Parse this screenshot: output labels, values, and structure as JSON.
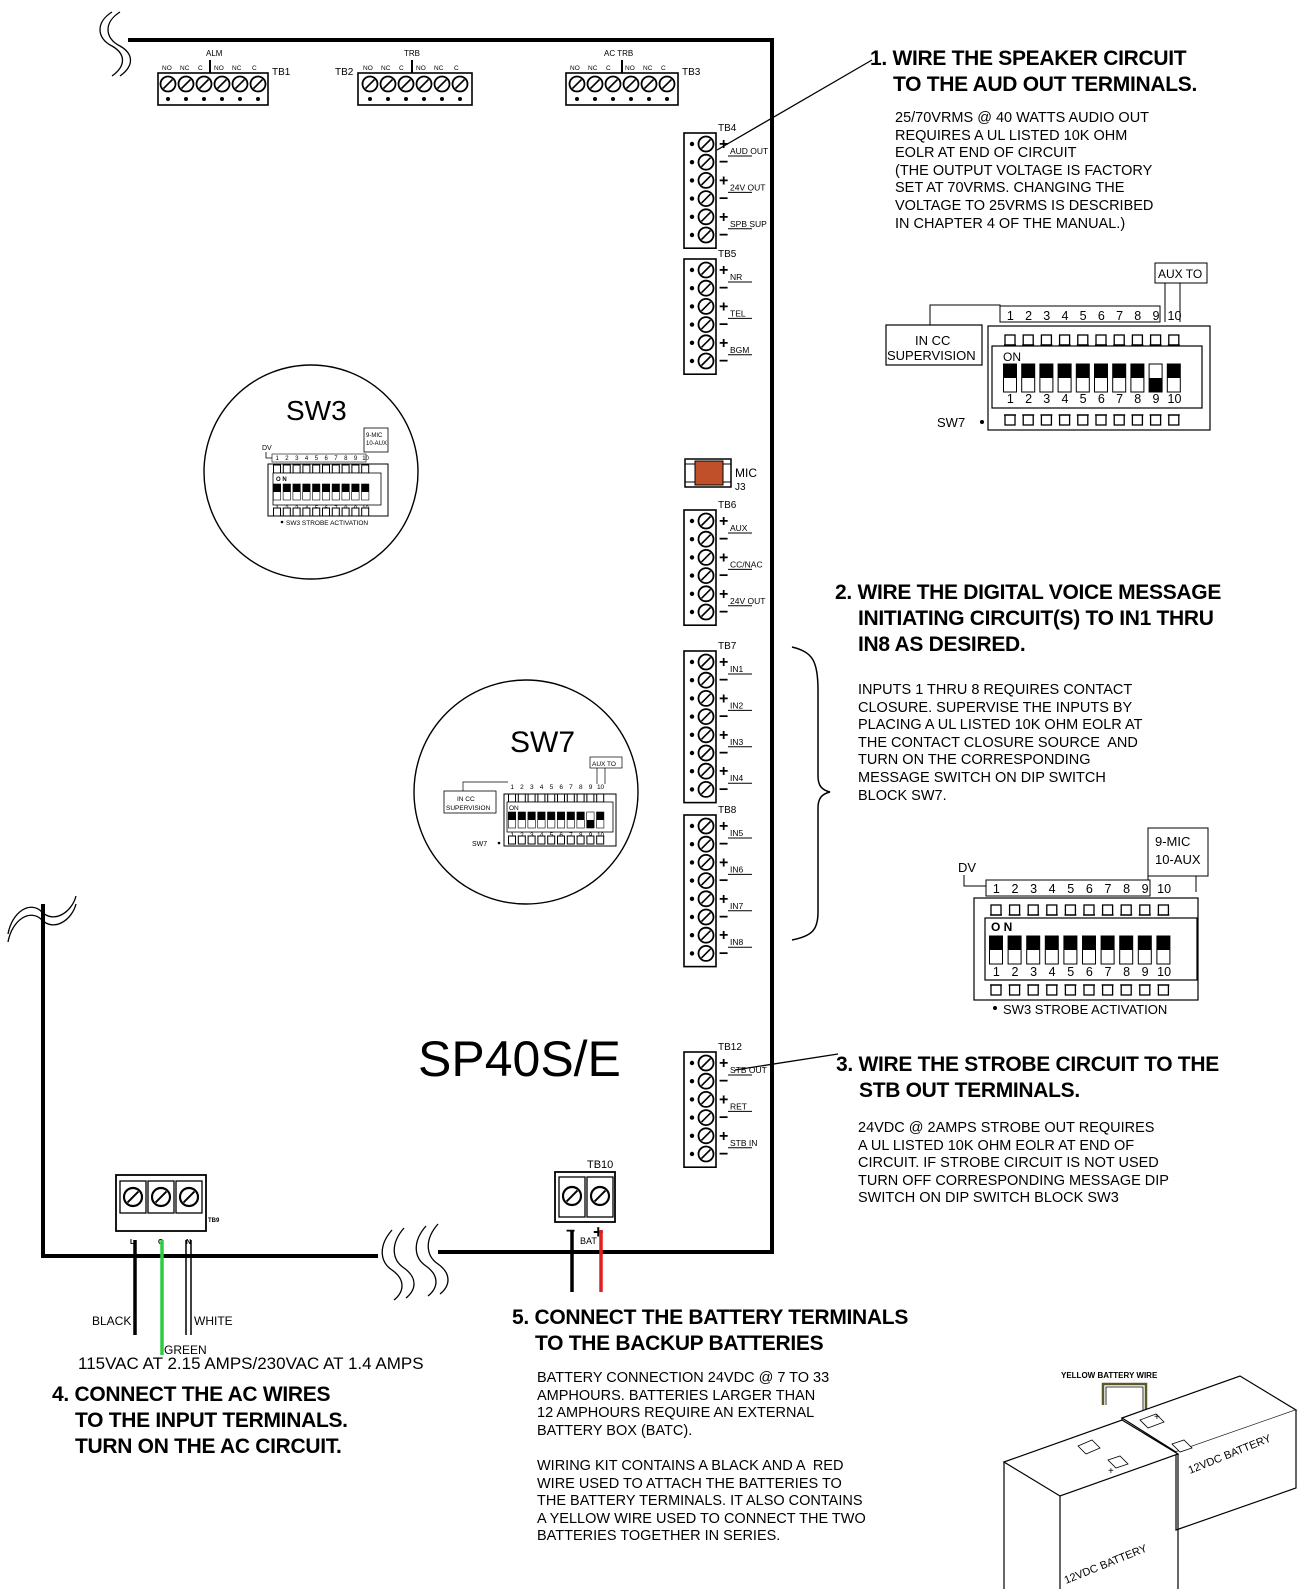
{
  "board": {
    "model": "SP40S/E",
    "tb1": "TB1",
    "alm": "ALM",
    "tb2": "TB2",
    "trb": "TRB",
    "tb3": "TB3",
    "actrb": "AC TRB",
    "relay_labels": [
      "NO",
      "NC",
      "C",
      "NO",
      "NC",
      "C"
    ],
    "tb4": "TB4",
    "aud_out": "AUD OUT",
    "v24_out": "24V OUT",
    "spb_sup": "SPB SUP",
    "tb5": "TB5",
    "nr": "NR",
    "tel": "TEL",
    "bgm": "BGM",
    "mic": "MIC",
    "j3": "J3",
    "tb6": "TB6",
    "aux": "AUX",
    "ccnac": "CC/NAC",
    "v24_out2": "24V OUT",
    "tb7": "TB7",
    "in1": "IN1",
    "in2": "IN2",
    "in3": "IN3",
    "in4": "IN4",
    "tb8": "TB8",
    "in5": "IN5",
    "in6": "IN6",
    "in7": "IN7",
    "in8": "IN8",
    "tb12": "TB12",
    "stb_out": "STB OUT",
    "ret": "RET",
    "stb_in": "STB IN",
    "tb10": "TB10",
    "bat": "BAT",
    "minus": "−",
    "plus": "+",
    "tb9": "TB9",
    "l": "L",
    "g": "G",
    "n": "N"
  },
  "sw3_zoom": {
    "title": "SW3",
    "dv": "DV",
    "mic_aux": [
      "9-MIC",
      "10-AUX"
    ],
    "on": "O N",
    "caption": "SW3    STROBE ACTIVATION"
  },
  "sw7_zoom": {
    "title": "SW7",
    "aux_to": "AUX TO",
    "in_cc": [
      "IN CC",
      "SUPERVISION"
    ],
    "on": "ON",
    "caption": "SW7"
  },
  "switch_numbers": [
    "1",
    "2",
    "3",
    "4",
    "5",
    "6",
    "7",
    "8",
    "9",
    "10"
  ],
  "sw7_detail": {
    "aux_to": "AUX TO",
    "in_cc": [
      "IN CC",
      "SUPERVISION"
    ],
    "on": "ON",
    "caption": "SW7"
  },
  "sw3_detail": {
    "dv": "DV",
    "mic": "9-MIC",
    "aux": "10-AUX",
    "on": "O  N",
    "caption": "SW3   STROBE ACTIVATION"
  },
  "wires": {
    "black": "BLACK",
    "white": "WHITE",
    "green": "GREEN",
    "yellow_battery_wire": "YELLOW BATTERY WIRE",
    "battery": "12VDC BATTERY"
  },
  "steps": {
    "s1": {
      "l1": "1. WIRE THE SPEAKER CIRCUIT",
      "l2": "TO THE AUD OUT TERMINALS.",
      "body": "25/70VRMS @ 40 WATTS AUDIO OUT\nREQUIRES A UL LISTED 10K OHM\nEOLR AT END OF CIRCUIT\n(THE OUTPUT VOLTAGE IS FACTORY\nSET AT 70VRMS. CHANGING THE\nVOLTAGE TO 25VRMS IS DESCRIBED\nIN CHAPTER 4 OF THE MANUAL.)"
    },
    "s2": {
      "l1": "2. WIRE THE DIGITAL VOICE MESSAGE",
      "l2": "INITIATING CIRCUIT(S) TO IN1 THRU",
      "l3": "IN8 AS DESIRED.",
      "body": "INPUTS 1 THRU 8 REQUIRES CONTACT\nCLOSURE. SUPERVISE THE INPUTS BY\nPLACING A UL LISTED 10K OHM EOLR AT\nTHE CONTACT CLOSURE SOURCE  AND\nTURN ON THE CORRESPONDING\nMESSAGE SWITCH ON DIP SWITCH\nBLOCK SW7."
    },
    "s3": {
      "l1": "3. WIRE THE STROBE CIRCUIT TO THE",
      "l2": "STB OUT TERMINALS.",
      "body": "24VDC @ 2AMPS STROBE OUT REQUIRES\nA UL LISTED 10K OHM EOLR AT END OF\nCIRCUIT. IF STROBE CIRCUIT IS NOT USED\nTURN OFF CORRESPONDING MESSAGE DIP\nSWITCH ON DIP SWITCH BLOCK SW3"
    },
    "s4": {
      "ac": "115VAC AT 2.15 AMPS/230VAC AT 1.4 AMPS",
      "l1": "4. CONNECT THE AC WIRES",
      "l2": "TO THE INPUT TERMINALS.",
      "l3": "TURN ON THE AC CIRCUIT."
    },
    "s5": {
      "l1": "5. CONNECT THE BATTERY TERMINALS",
      "l2": "TO THE BACKUP BATTERIES",
      "body": "BATTERY CONNECTION 24VDC @ 7 TO 33\nAMPHOURS. BATTERIES LARGER THAN\n12 AMPHOURS REQUIRE AN EXTERNAL\nBATTERY BOX (BATC).\n\nWIRING KIT CONTAINS A BLACK AND A  RED\nWIRE USED TO ATTACH THE BATTERIES TO\nTHE BATTERY TERMINALS. IT ALSO CONTAINS\nA YELLOW WIRE USED TO CONNECT THE TWO\nBATTERIES TOGETHER IN SERIES."
    }
  },
  "colors": {
    "mic_jumper": "#c0502a",
    "green_wire": "#2ecc40",
    "red_wire": "#e02020",
    "yellow_wire": "#5a5a2a"
  }
}
